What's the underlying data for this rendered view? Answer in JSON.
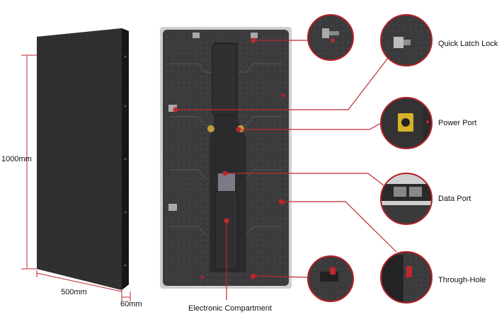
{
  "dimensions": {
    "height": "1000mm",
    "width": "500mm",
    "depth": "60mm"
  },
  "callouts": {
    "quick_latch_lock": "Quick Latch Lock",
    "power_port": "Power Port",
    "data_port": "Data Port",
    "through_hole": "Through-Hole",
    "electronic_compartment": "Electronic Compartment"
  },
  "colors": {
    "leader_line": "#c0282d",
    "circle_border": "#b32025",
    "panel_face": "#2e2e2e",
    "back_frame": "#3a3a3c",
    "dim_line": "#c0282d"
  }
}
